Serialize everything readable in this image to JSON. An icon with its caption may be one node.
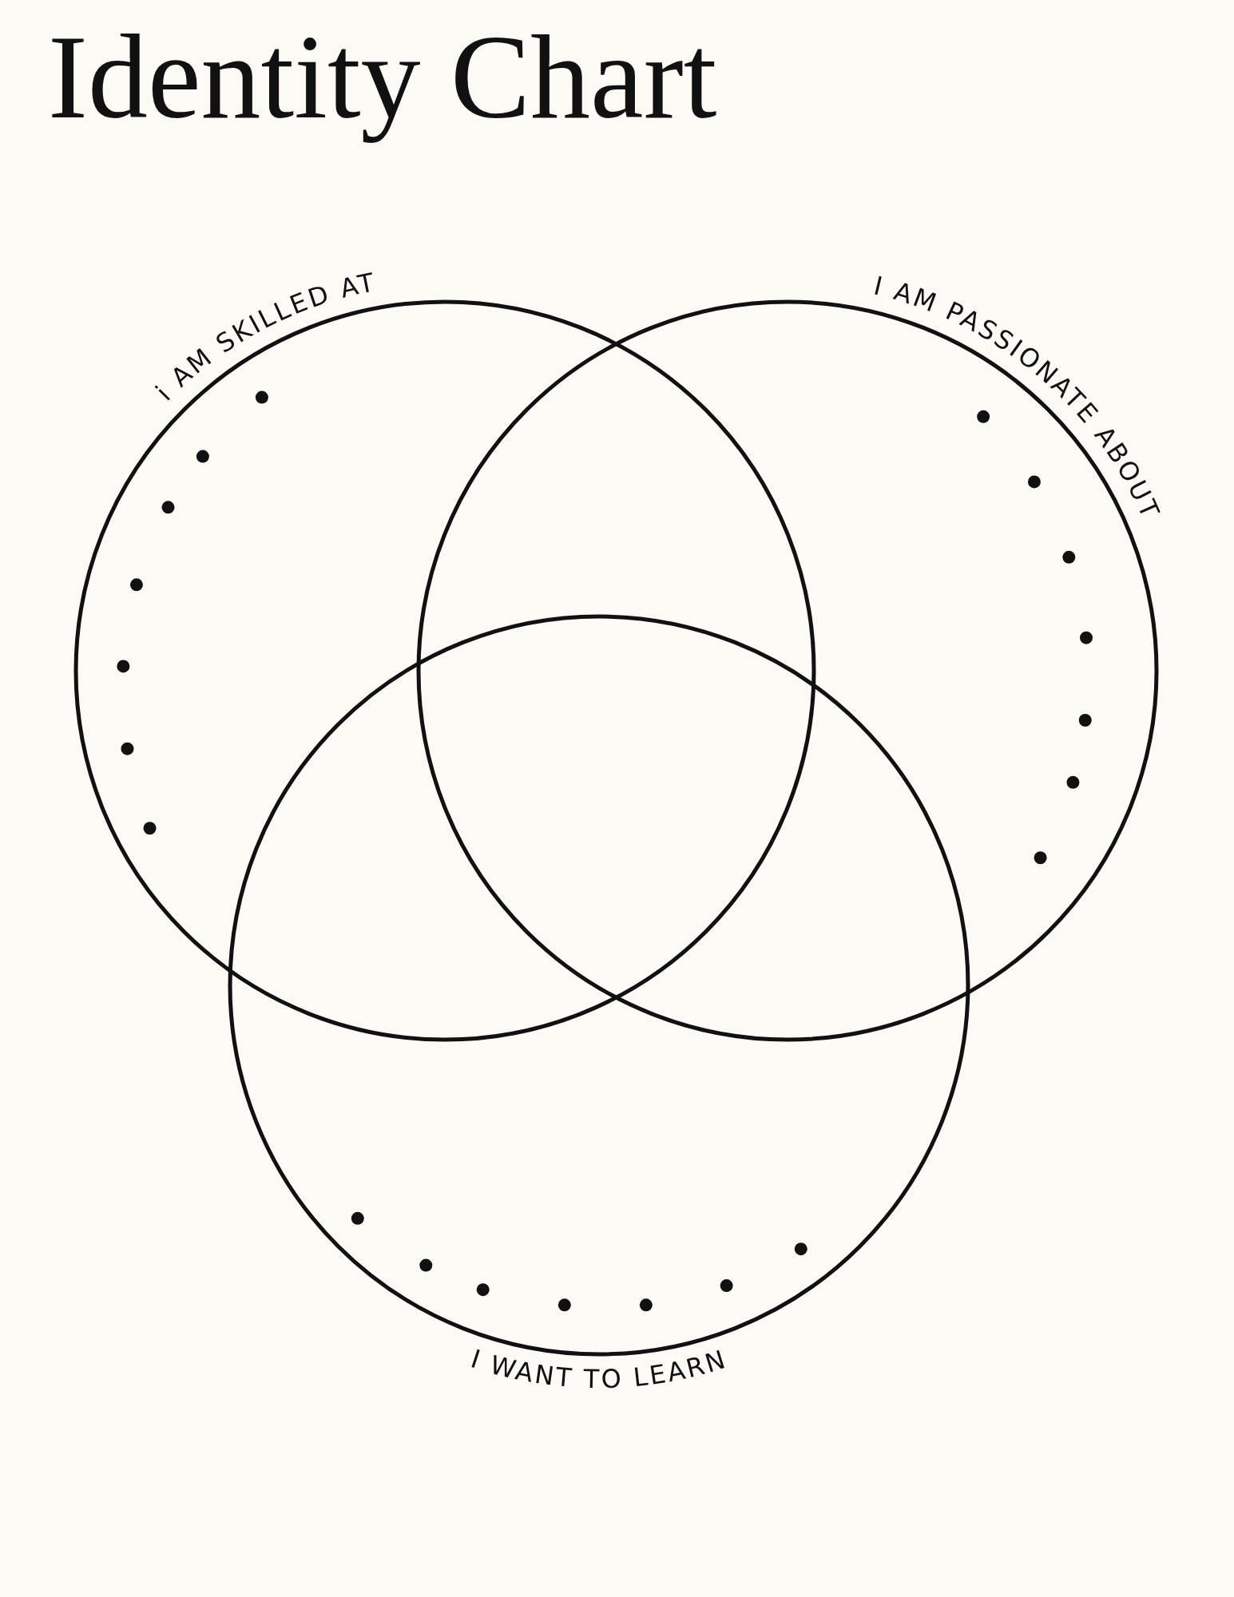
{
  "diagram": {
    "title": "Identity Chart",
    "nodes": [
      {
        "text": [
          "i AM SKILLED AT"
        ]
      },
      {
        "text": [
          "I AM PASSIONATE ABOUT"
        ]
      },
      {
        "text": [
          "I WANT TO LEARN"
        ]
      }
    ]
  }
}
